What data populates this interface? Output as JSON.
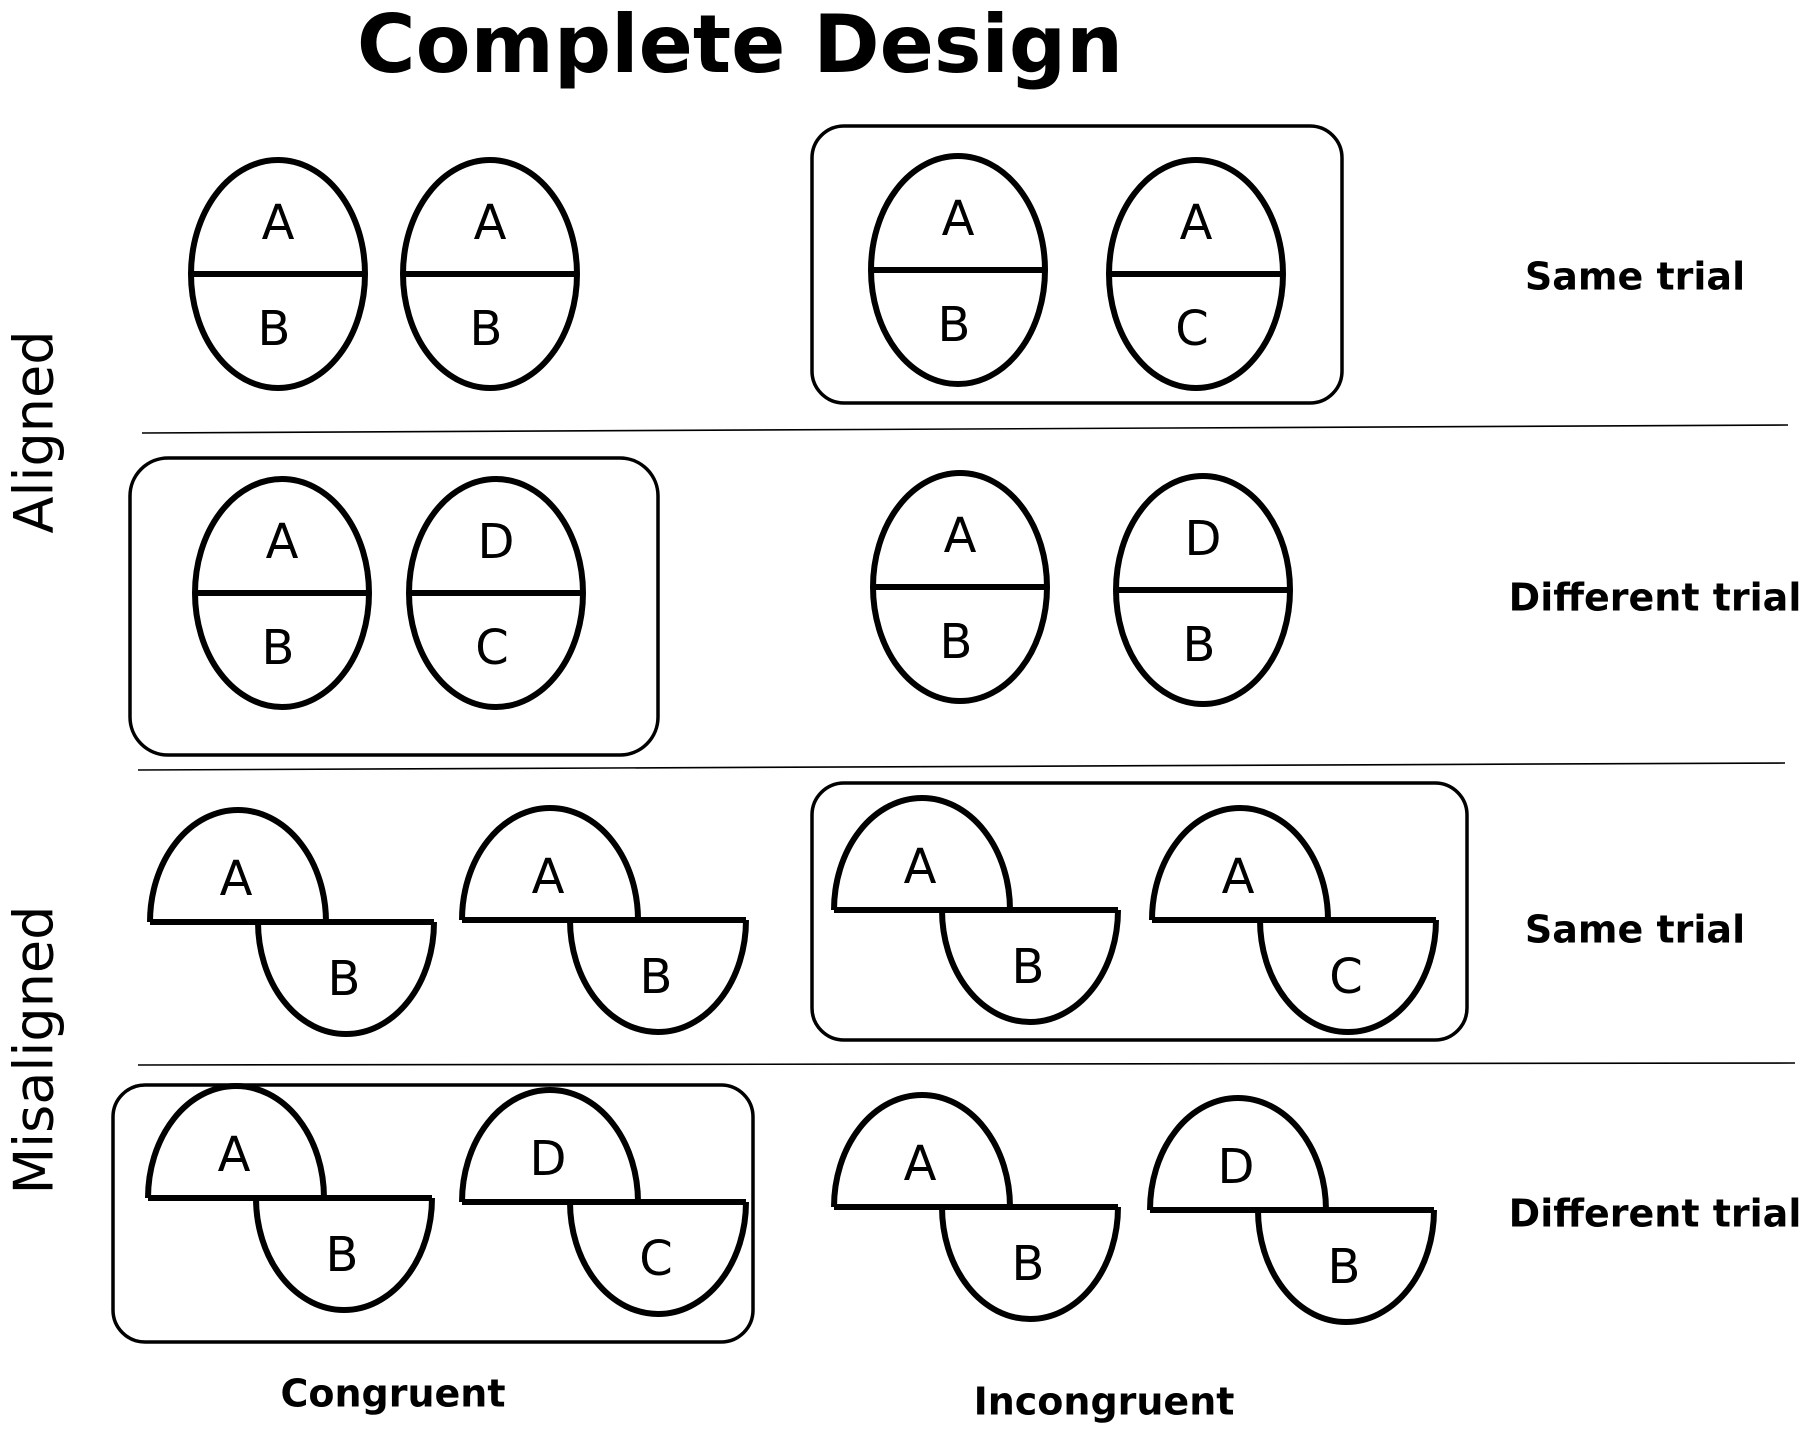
{
  "title": "Complete Design",
  "row_labels": {
    "aligned": "Aligned",
    "misaligned": "Misaligned"
  },
  "trial_labels": [
    "Same trial",
    "Different trial",
    "Same trial",
    "Different trial"
  ],
  "column_labels": {
    "congruent": "Congruent",
    "incongruent": "Incongruent"
  },
  "rows": [
    {
      "type": "aligned",
      "pairs": [
        {
          "column": "congruent",
          "highlighted": false,
          "faces": [
            [
              "A",
              "B"
            ],
            [
              "A",
              "B"
            ]
          ]
        },
        {
          "column": "incongruent",
          "highlighted": true,
          "faces": [
            [
              "A",
              "B"
            ],
            [
              "A",
              "C"
            ]
          ]
        }
      ]
    },
    {
      "type": "aligned",
      "pairs": [
        {
          "column": "congruent",
          "highlighted": true,
          "faces": [
            [
              "A",
              "B"
            ],
            [
              "D",
              "C"
            ]
          ]
        },
        {
          "column": "incongruent",
          "highlighted": false,
          "faces": [
            [
              "A",
              "B"
            ],
            [
              "D",
              "B"
            ]
          ]
        }
      ]
    },
    {
      "type": "misaligned",
      "pairs": [
        {
          "column": "congruent",
          "highlighted": false,
          "faces": [
            [
              "A",
              "B"
            ],
            [
              "A",
              "B"
            ]
          ]
        },
        {
          "column": "incongruent",
          "highlighted": true,
          "faces": [
            [
              "A",
              "B"
            ],
            [
              "A",
              "C"
            ]
          ]
        }
      ]
    },
    {
      "type": "misaligned",
      "pairs": [
        {
          "column": "congruent",
          "highlighted": true,
          "faces": [
            [
              "A",
              "B"
            ],
            [
              "D",
              "C"
            ]
          ]
        },
        {
          "column": "incongruent",
          "highlighted": false,
          "faces": [
            [
              "A",
              "B"
            ],
            [
              "D",
              "B"
            ]
          ]
        }
      ]
    }
  ]
}
